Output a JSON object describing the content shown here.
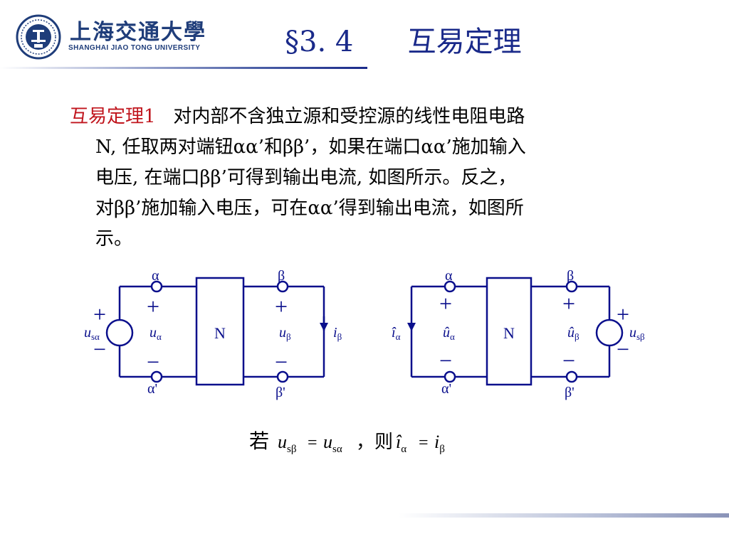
{
  "header": {
    "logo_cn": "上海交通大學",
    "logo_en": "SHANGHAI  JIAO TONG  UNIVERSITY",
    "title": "§3. 4      互易定理"
  },
  "theorem": {
    "term": "互易定理1",
    "line1": "对内部不含独立源和受控源的线性电阻电路",
    "line2": "N, 任取两对端钮αα’和ββ’，如果在端口αα’施加输入",
    "line3": "电压, 在端口ββ’可得到输出电流, 如图所示。反之，",
    "line4": "对ββ’施加输入电压，可在αα’得到输出电流，如图所",
    "line5": "示。"
  },
  "circuit_left": {
    "alpha": "α",
    "alpha_p": "α'",
    "beta": "β",
    "beta_p": "β'",
    "network": "N",
    "plus": "+",
    "minus": "−",
    "source_u": "u",
    "source_sub": "sα",
    "port1_u": "u",
    "port1_sub": "α",
    "port2_u": "u",
    "port2_sub": "β",
    "current_i": "i",
    "current_sub": "β"
  },
  "circuit_right": {
    "alpha": "α",
    "alpha_p": "α'",
    "beta": "β",
    "beta_p": "β'",
    "network": "N",
    "plus": "+",
    "minus": "−",
    "current_i": "î",
    "current_sub": "α",
    "port1_u": "û",
    "port1_sub": "α",
    "port2_u": "û",
    "port2_sub": "β",
    "source_u": "u",
    "source_sub": "sβ"
  },
  "conclusion": {
    "ruo": "若",
    "u": "u",
    "s_beta": "sβ",
    "eq": "=",
    "s_alpha": "sα",
    "ze": "，则",
    "i_hat": "î",
    "alpha": "α",
    "i": "i",
    "beta": "β"
  },
  "colors": {
    "wire": "#0a0f8c",
    "title": "#1a2a8a",
    "term": "#c0141c"
  }
}
